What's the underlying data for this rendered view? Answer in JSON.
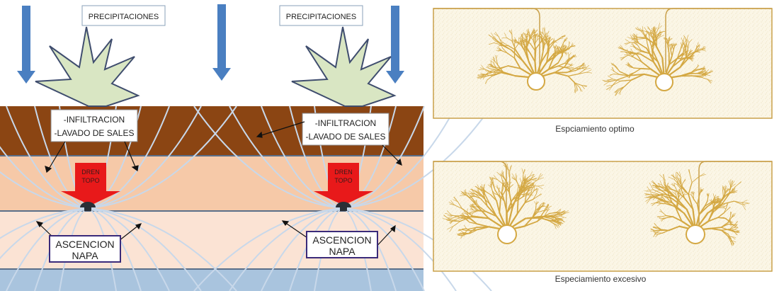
{
  "left_diagram": {
    "precip_label": "PRECIPITACIONES",
    "infiltration_line1": "-INFILTRACION",
    "infiltration_line2": "-LAVADO DE SALES",
    "drain_line1": "DREN",
    "drain_line2": "TOPO",
    "ascent_line1": "ASCENCION",
    "ascent_line2": "NAPA",
    "colors": {
      "topsoil": "#8b4513",
      "subsoil": "#f6c9a8",
      "deep_layer": "#fbe3d4",
      "water_table": "#a9c4de",
      "rain_arrow": "#4a7fc1",
      "plant": "#d9e6c3",
      "drain_arrow": "#e8191a",
      "flow_lines": "#c8d8ea"
    }
  },
  "right_diagram": {
    "optimal_caption": "Espciamiento optimo",
    "excessive_caption": "Especiamiento excesivo",
    "colors": {
      "soil_fill": "#fbf6e6",
      "root": "#d4a843",
      "frame": "#c9a04a"
    }
  }
}
